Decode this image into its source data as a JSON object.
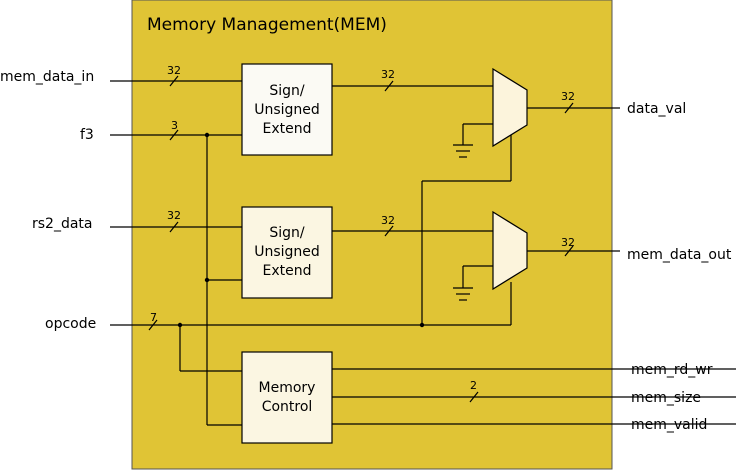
{
  "title": "Memory Management(MEM)",
  "colors": {
    "module_fill": "#e0c435",
    "box_fill": "#fbf6e2",
    "box_fill_top": "#fbfaf4",
    "mux_fill": "#fcf4dc"
  },
  "inputs": {
    "mem_data_in": {
      "label": "mem_data_in",
      "width": "32"
    },
    "f3": {
      "label": "f3",
      "width": "3"
    },
    "rs2_data": {
      "label": "rs2_data",
      "width": "32"
    },
    "opcode": {
      "label": "opcode",
      "width": "7"
    }
  },
  "blocks": {
    "ext1": {
      "line1": "Sign/",
      "line2": "Unsigned",
      "line3": "Extend"
    },
    "ext2": {
      "line1": "Sign/",
      "line2": "Unsigned",
      "line3": "Extend"
    },
    "memctrl": {
      "line1": "Memory",
      "line2": "Control"
    }
  },
  "internal_widths": {
    "ext1_to_mux1": "32",
    "ext2_to_mux2": "32"
  },
  "outputs": {
    "data_val": {
      "label": "data_val",
      "width": "32"
    },
    "mem_data_out": {
      "label": "mem_data_out",
      "width": "32"
    },
    "mem_rd_wr": {
      "label": "mem_rd_wr"
    },
    "mem_size": {
      "label": "mem_size",
      "width": "2"
    },
    "mem_valid": {
      "label": "mem_valid"
    }
  }
}
